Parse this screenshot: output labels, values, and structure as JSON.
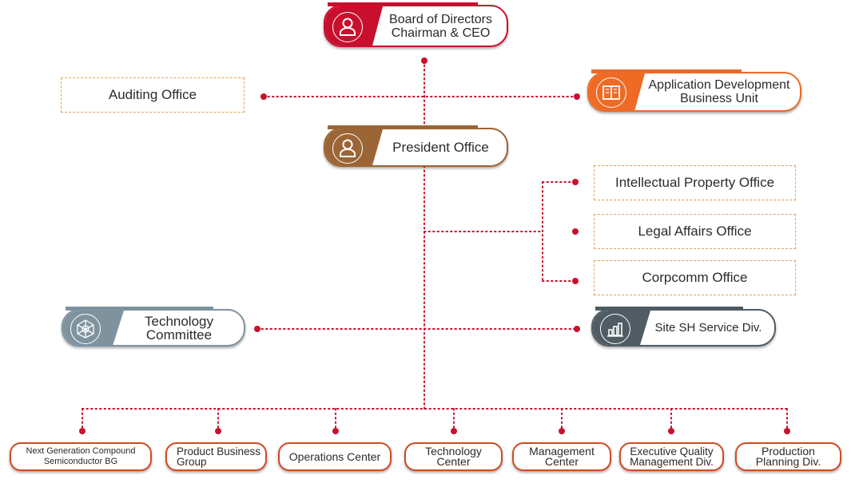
{
  "top": {
    "board": {
      "line1": "Board of Directors",
      "line2": "Chairman & CEO",
      "color": "#c8102e",
      "icon": "person-icon"
    },
    "president": {
      "label": "President Office",
      "color": "#9c6535",
      "icon": "person-icon"
    }
  },
  "side": {
    "auditing": "Auditing Office",
    "app_dev": {
      "line1": "Application Development",
      "line2": "Business Unit",
      "color": "#ee6a25",
      "icon": "book-icon"
    },
    "ip_office": "Intellectual Property Office",
    "legal": "Legal Affairs Office",
    "corpcomm": "Corpcomm Office",
    "tech_committee": {
      "line1": "Technology",
      "line2": "Committee",
      "color": "#7f939f",
      "icon": "network-icon"
    },
    "site_sh": {
      "label": "Site SH Service Div.",
      "color": "#4f5c64",
      "icon": "bar-chart-icon"
    }
  },
  "bottom": {
    "units": [
      {
        "line1": "Next Generation Compound",
        "line2": "Semiconductor BG"
      },
      {
        "line1": "Product Business",
        "line2": "Group"
      },
      {
        "line1": "Operations Center",
        "line2": ""
      },
      {
        "line1": "Technology",
        "line2": "Center"
      },
      {
        "line1": "Management",
        "line2": "Center"
      },
      {
        "line1": "Executive Quality",
        "line2": "Management Div."
      },
      {
        "line1": "Production",
        "line2": "Planning Div."
      }
    ]
  },
  "colors": {
    "connector": "#c8102e",
    "dashed_border": "#e2a15a",
    "bottom_border": "#d24a22"
  }
}
